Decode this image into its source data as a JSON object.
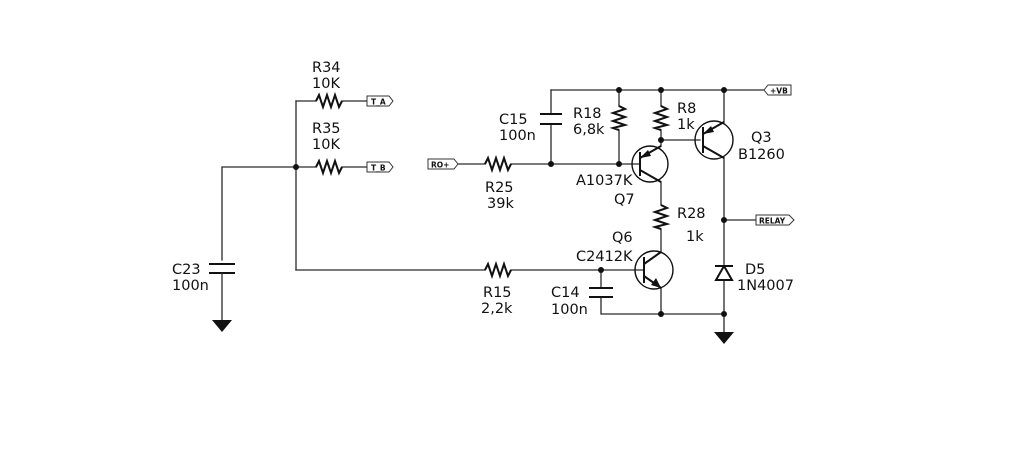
{
  "components": {
    "R34": {
      "ref": "R34",
      "value": "10K"
    },
    "R35": {
      "ref": "R35",
      "value": "10K"
    },
    "C23": {
      "ref": "C23",
      "value": "100n"
    },
    "C15": {
      "ref": "C15",
      "value": "100n"
    },
    "R18": {
      "ref": "R18",
      "value": "6,8k"
    },
    "R8": {
      "ref": "R8",
      "value": "1k"
    },
    "Q3": {
      "ref": "Q3",
      "value": "B1260"
    },
    "R25": {
      "ref": "R25",
      "value": "39k"
    },
    "Q7": {
      "ref": "Q7",
      "value": "A1037K"
    },
    "R28": {
      "ref": "R28",
      "value": "1k"
    },
    "Q6": {
      "ref": "Q6",
      "value": "C2412K"
    },
    "R15": {
      "ref": "R15",
      "value": "2,2k"
    },
    "C14": {
      "ref": "C14",
      "value": "100n"
    },
    "D5": {
      "ref": "D5",
      "value": "1N4007"
    }
  },
  "ports": {
    "t_a": "T_A",
    "t_b": "T_B",
    "ro_plus": "RO+",
    "vb_plus": "+VB",
    "relay": "RELAY"
  }
}
